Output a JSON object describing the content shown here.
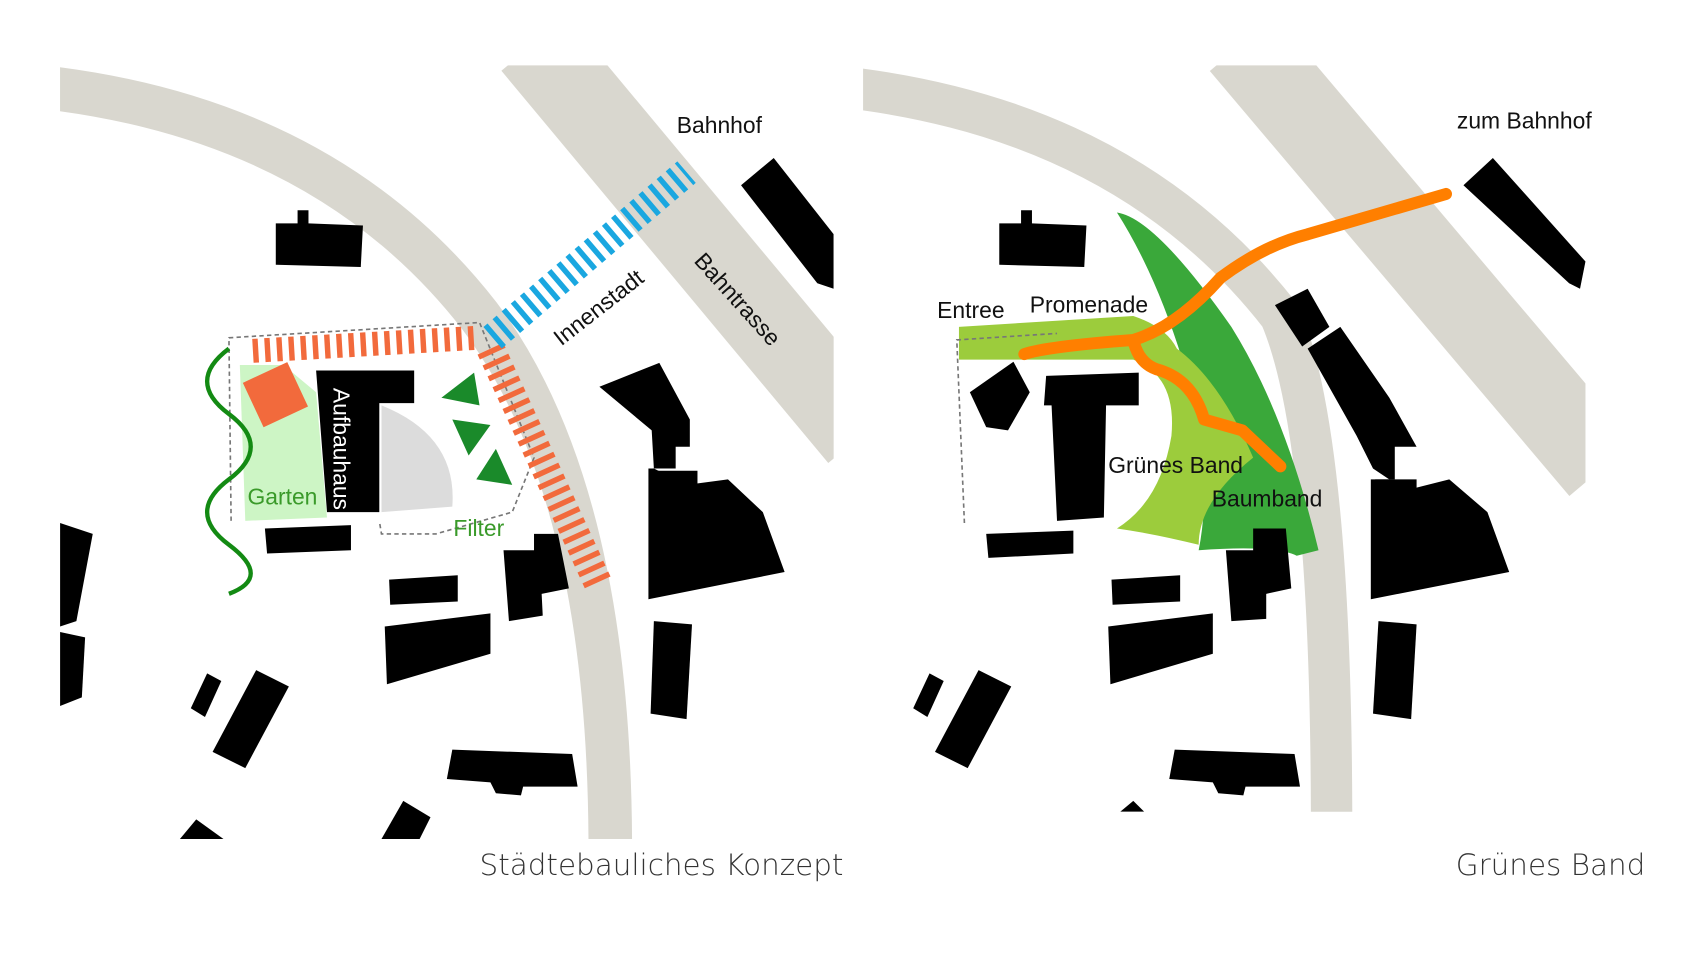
{
  "left_panel": {
    "caption": "Städtebauliches Konzept",
    "labels": {
      "bahnhof": "Bahnhof",
      "innenstadt": "Innenstadt",
      "bahntrasse": "Bahntrasse",
      "aufbauhaus": "Aufbauhaus",
      "garten": "Garten",
      "filter": "Filter"
    }
  },
  "right_panel": {
    "caption": "Grünes Band",
    "labels": {
      "zum_bahnhof": "zum Bahnhof",
      "entree": "Entree",
      "promenade": "Promenade",
      "gruenes_band": "Grünes Band",
      "baumband": "Baumband"
    }
  },
  "colors": {
    "road": "#d9d7cf",
    "building": "#000000",
    "orange_hatch": "#f26a3c",
    "blue_hatch": "#1aa7e0",
    "garden": "#cdf5c5",
    "green_label": "#3a9a2a",
    "promenade": "#ff7f00",
    "light_green": "#9ccc3c",
    "dark_green": "#3aa83a"
  }
}
